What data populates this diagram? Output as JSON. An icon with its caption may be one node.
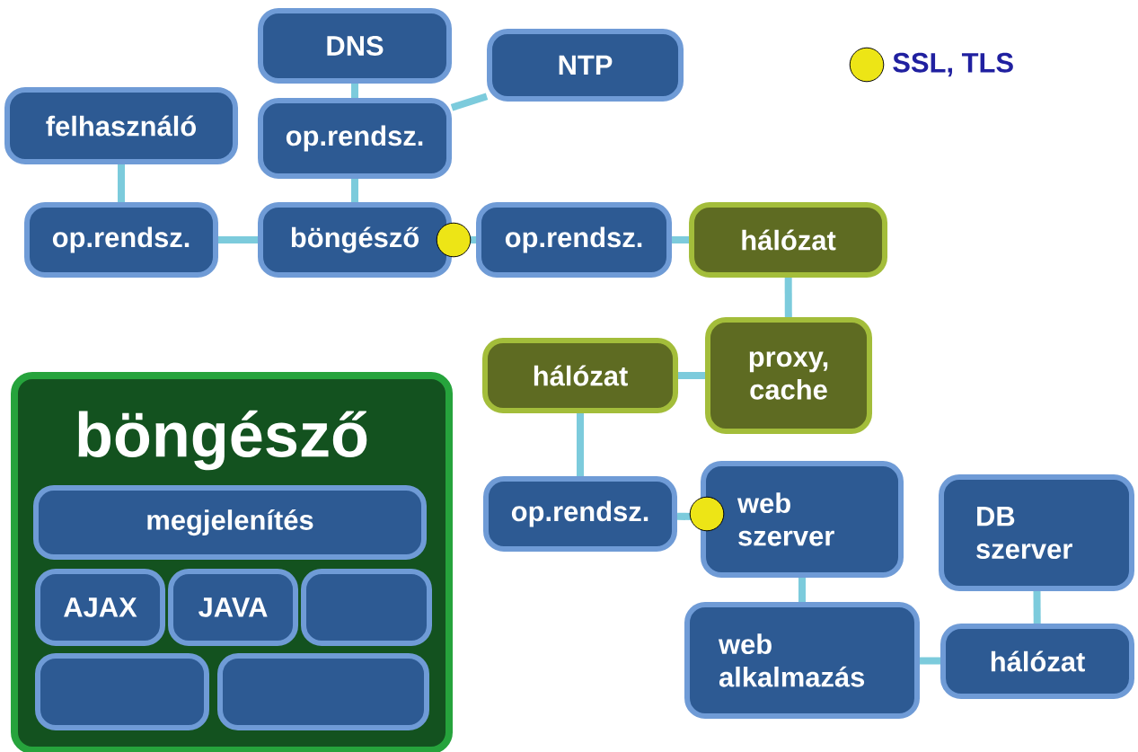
{
  "diagram": {
    "nodes": [
      {
        "text": [
          "DNS"
        ]
      },
      {
        "text": [
          "NTP"
        ]
      },
      {
        "text": [
          "felhasználó"
        ]
      },
      {
        "text": [
          "op.rendsz."
        ]
      },
      {
        "text": [
          "op.rendsz."
        ]
      },
      {
        "text": [
          "böngésző"
        ]
      },
      {
        "text": [
          "op.rendsz."
        ]
      },
      {
        "text": [
          "hálózat"
        ]
      },
      {
        "text": [
          "proxy, cache"
        ]
      },
      {
        "text": [
          "hálózat"
        ]
      },
      {
        "text": [
          "op.rendsz."
        ]
      },
      {
        "text": [
          "web szerver"
        ]
      },
      {
        "text": [
          "DB szerver"
        ]
      },
      {
        "text": [
          "web alkalmazás"
        ]
      },
      {
        "text": [
          "hálózat"
        ]
      },
      {
        "text": [
          "böngésző"
        ]
      },
      {
        "text": [
          "megjelenítés"
        ],
        "in": 15
      },
      {
        "text": [
          "AJAX"
        ],
        "in": 15
      },
      {
        "text": [
          "JAVA"
        ],
        "in": 15
      },
      {
        "text": [],
        "shape": "box",
        "in": 15
      },
      {
        "text": [],
        "shape": "box",
        "in": 15
      },
      {
        "text": [],
        "shape": "box",
        "in": 15
      }
    ],
    "edges": [
      {
        "from": 0,
        "to": 3,
        "arrow": "none"
      },
      {
        "from": 3,
        "to": 1,
        "arrow": "none"
      },
      {
        "from": 2,
        "to": 4,
        "arrow": "none"
      },
      {
        "from": 4,
        "to": 5,
        "arrow": "none"
      },
      {
        "from": 3,
        "to": 5,
        "arrow": "none"
      },
      {
        "from": 5,
        "to": 6,
        "arrow": "none"
      },
      {
        "from": 6,
        "to": 7,
        "arrow": "none"
      },
      {
        "from": 7,
        "to": 8,
        "arrow": "none"
      },
      {
        "from": 8,
        "to": 9,
        "arrow": "none"
      },
      {
        "from": 9,
        "to": 10,
        "arrow": "none"
      },
      {
        "from": 10,
        "to": 11,
        "arrow": "none"
      },
      {
        "from": 11,
        "to": 13,
        "arrow": "none"
      },
      {
        "from": 13,
        "to": 14,
        "arrow": "none"
      },
      {
        "from": 14,
        "to": 12,
        "arrow": "none"
      }
    ],
    "legend": [
      {
        "text": "SSL, TLS",
        "color": "#ede516"
      }
    ]
  }
}
